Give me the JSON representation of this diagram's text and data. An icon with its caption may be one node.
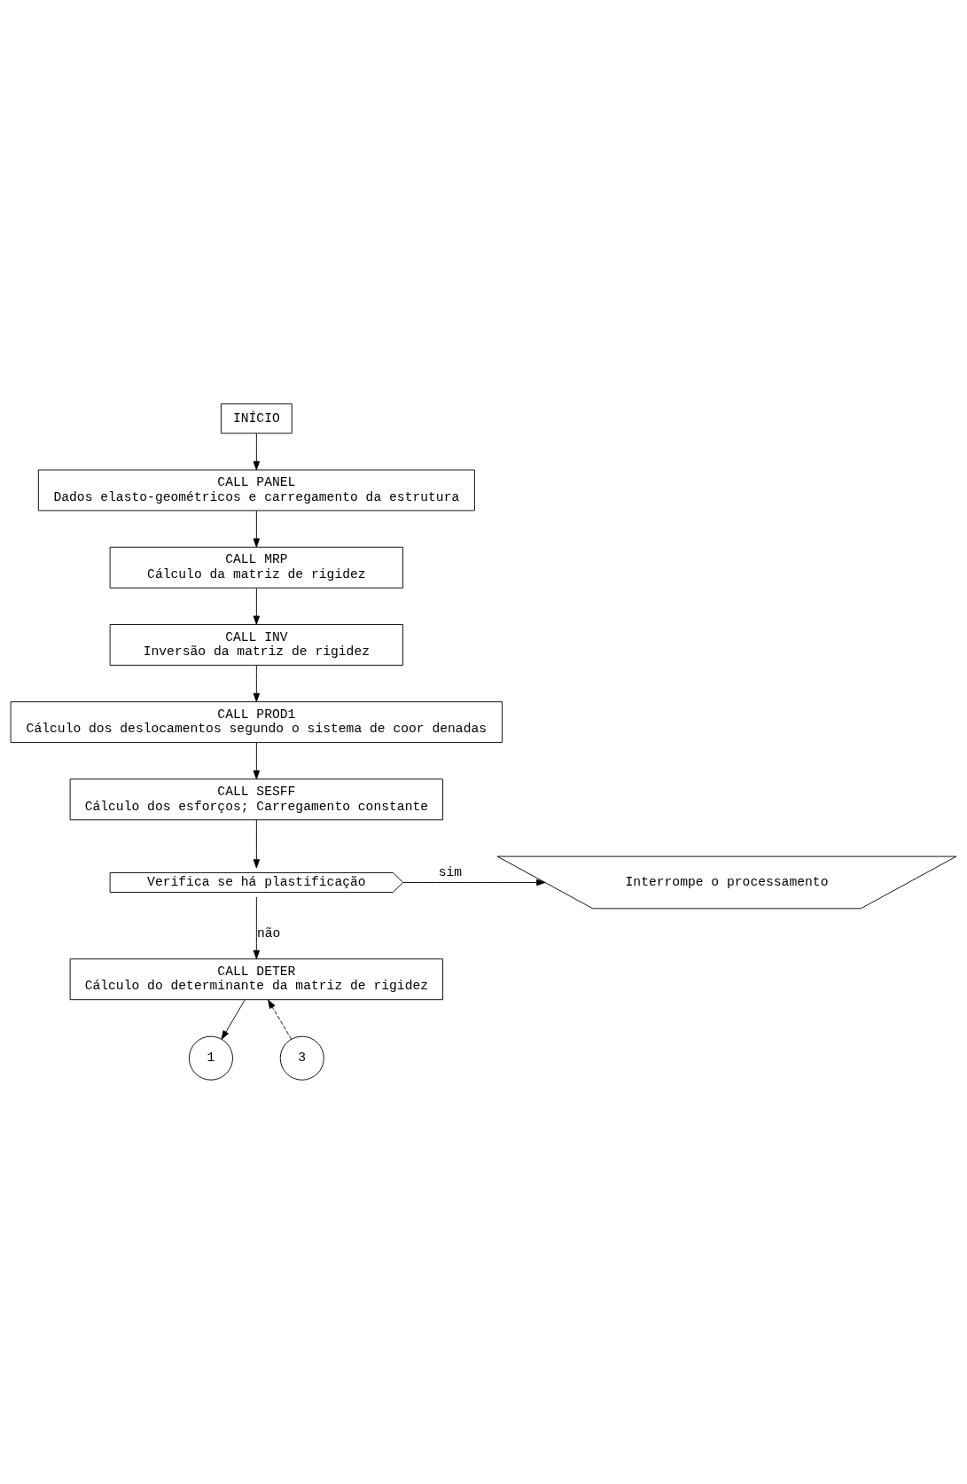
{
  "diagram": {
    "nodes": [
      {
        "text": [
          "INÍCIO"
        ]
      },
      {
        "text": [
          "CALL PANEL",
          "Dados elasto-geométricos e carregamento da estrutura"
        ]
      },
      {
        "text": [
          "CALL MRP",
          "Cálculo da matriz de rigidez"
        ]
      },
      {
        "text": [
          "CALL INV",
          "Inversão da matriz de rigidez"
        ]
      },
      {
        "text": [
          "CALL PROD1",
          "Cálculo dos deslocamentos segundo o sistema de coor denadas"
        ]
      },
      {
        "text": [
          "CALL SESFF",
          "Cálculo dos esforços; Carregamento constante"
        ]
      },
      {
        "text": [
          "Verifica se há plastificação"
        ]
      },
      {
        "text": [
          "Interrompe o processamento"
        ]
      },
      {
        "text": [
          "CALL DETER",
          "Cálculo do determinante da matriz de rigidez"
        ]
      },
      {
        "text": [
          "1"
        ]
      },
      {
        "text": [
          "3"
        ]
      }
    ],
    "edges": [
      {
        "from": 0,
        "to": 1,
        "arrow": "to"
      },
      {
        "from": 1,
        "to": 2,
        "arrow": "to"
      },
      {
        "from": 2,
        "to": 3,
        "arrow": "to"
      },
      {
        "from": 3,
        "to": 4,
        "arrow": "to"
      },
      {
        "from": 4,
        "to": 5,
        "arrow": "to"
      },
      {
        "from": 5,
        "to": 6,
        "arrow": "to"
      },
      {
        "from": 6,
        "to": 7,
        "arrow": "to",
        "label": "sim"
      },
      {
        "from": 6,
        "to": 8,
        "arrow": "to",
        "label": "não"
      },
      {
        "from": 8,
        "to": 9,
        "arrow": "to"
      },
      {
        "from": 10,
        "to": 8,
        "arrow": "to",
        "style": "dashed"
      }
    ]
  }
}
